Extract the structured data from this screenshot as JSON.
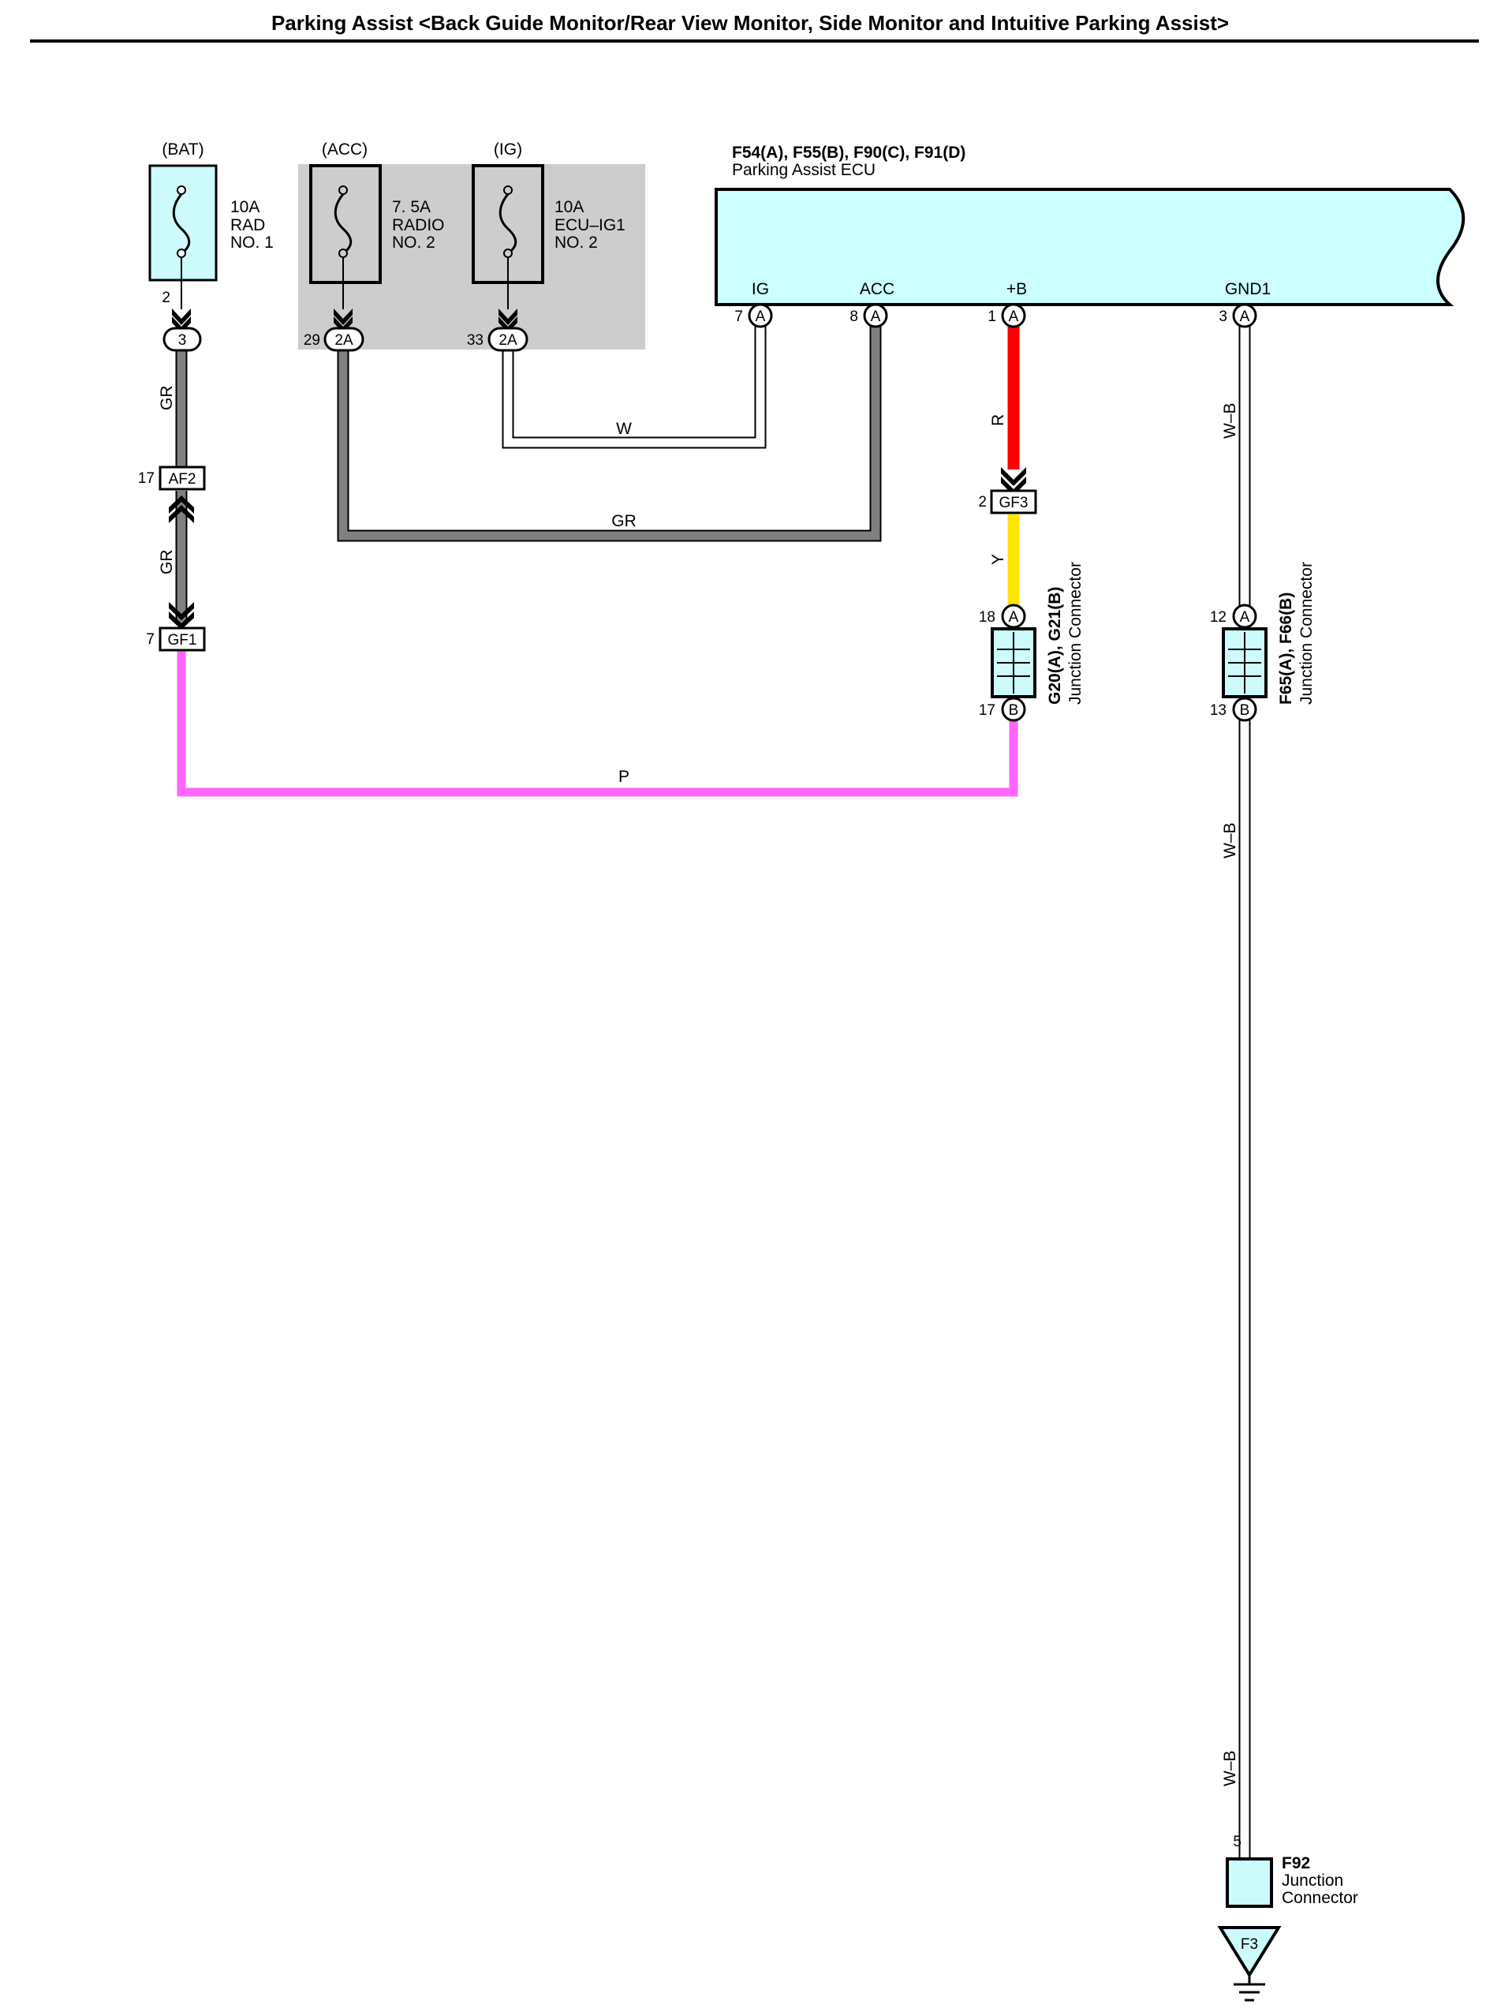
{
  "header": {
    "title": "Parking Assist <Back Guide Monitor/Rear View Monitor, Side Monitor and Intuitive Parking Assist>"
  },
  "colors": {
    "fuse_fill": "#cdfafa",
    "ecu_fill": "#ccffff",
    "relay_block_bg": "#cdcdcd",
    "wire_GR": "#808080",
    "wire_P": "#ff66ff",
    "wire_R": "#ff0000",
    "wire_Y": "#ffe600",
    "wire_W": "#ffffff",
    "wire_WB": "#ffffff"
  },
  "fuses": [
    {
      "source": "(BAT)",
      "rating": "10A",
      "name1": "RAD",
      "name2": "NO. 1",
      "out_pin": "2",
      "conn": "3"
    },
    {
      "source": "(ACC)",
      "rating": "7. 5A",
      "name1": "RADIO",
      "name2": "NO. 2",
      "out_pin": "29",
      "conn": "2A"
    },
    {
      "source": "(IG)",
      "rating": "10A",
      "name1": "ECU–IG1",
      "name2": "NO. 2",
      "out_pin": "33",
      "conn": "2A"
    }
  ],
  "ecu": {
    "connectors": "F54(A), F55(B), F90(C), F91(D)",
    "name": "Parking Assist ECU",
    "terminals": [
      {
        "label": "IG",
        "pin": "7",
        "conn": "A"
      },
      {
        "label": "ACC",
        "pin": "8",
        "conn": "A"
      },
      {
        "label": "+B",
        "pin": "1",
        "conn": "A"
      },
      {
        "label": "GND1",
        "pin": "3",
        "conn": "A"
      }
    ]
  },
  "connectors": {
    "af2": {
      "name": "AF2",
      "pin": "17"
    },
    "gf1": {
      "name": "GF1",
      "pin": "7"
    },
    "gf3": {
      "name": "GF3",
      "pin": "2"
    }
  },
  "junctions": {
    "g20": {
      "name": "G20(A), G21(B)",
      "desc": "Junction Connector",
      "pin_top": "18",
      "conn_top": "A",
      "pin_bottom": "17",
      "conn_bottom": "B"
    },
    "f65": {
      "name": "F65(A), F66(B)",
      "desc": "Junction Connector",
      "pin_top": "12",
      "conn_top": "A",
      "pin_bottom": "13",
      "conn_bottom": "B"
    },
    "f92": {
      "name": "F92",
      "desc1": "Junction",
      "desc2": "Connector",
      "pin": "5"
    }
  },
  "ground": {
    "name": "F3"
  },
  "wires": {
    "bat_gr_upper": "GR",
    "bat_gr_lower": "GR",
    "ig_w": "W",
    "acc_gr": "GR",
    "pb_r": "R",
    "pb_y": "Y",
    "bat_p": "P",
    "gnd_wb_1": "W–B",
    "gnd_wb_2": "W–B",
    "gnd_wb_3": "W–B"
  }
}
